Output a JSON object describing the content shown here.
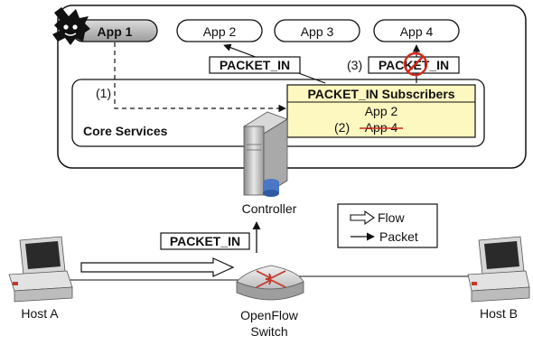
{
  "apps": [
    "App 1",
    "App 2",
    "App 3",
    "App 4"
  ],
  "packet_in_labels": {
    "to_app2": "PACKET_IN",
    "to_app4": "PACKET_IN",
    "from_switch": "PACKET_IN"
  },
  "step_markers": {
    "step1": "(1)",
    "step2": "(2)",
    "step3": "(3)"
  },
  "subscribers": {
    "title": "PACKET_IN Subscribers",
    "entries": [
      "App 2",
      "App 4"
    ]
  },
  "core_services_label": "Core Services",
  "controller_label": "Controller",
  "switch_label_line1": "OpenFlow",
  "switch_label_line2": "Switch",
  "host_a_label": "Host A",
  "host_b_label": "Host B",
  "legend": {
    "flow": "Flow",
    "packet": "Packet"
  },
  "colors": {
    "subscriber_fill": "#fdf7c0",
    "strike_red": "#d0281c"
  }
}
